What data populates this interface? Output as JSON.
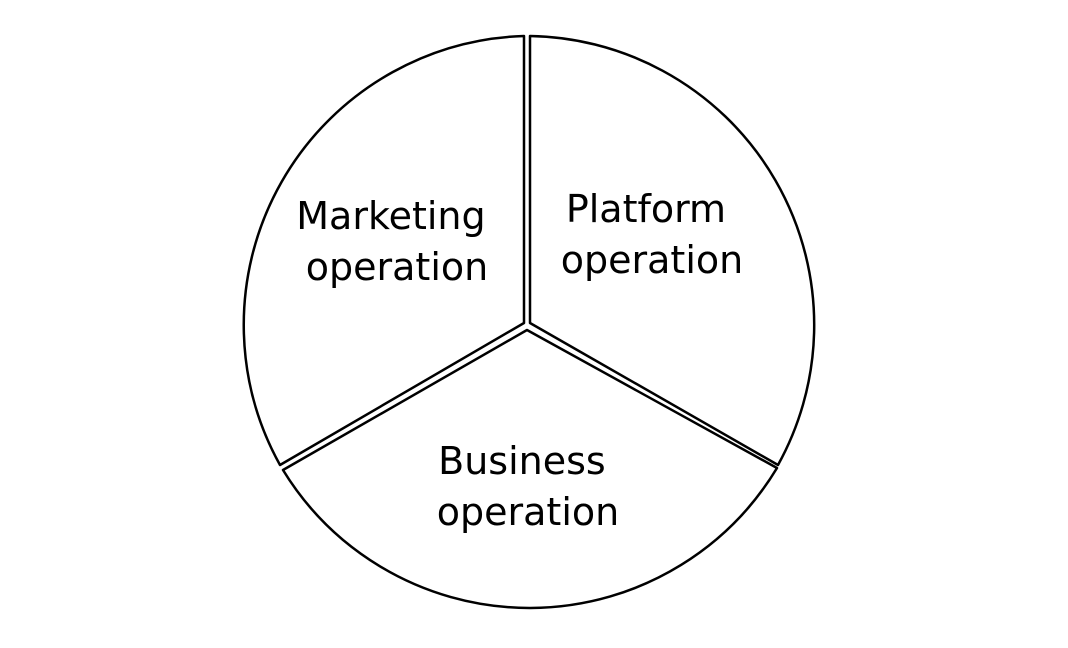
{
  "diagram": {
    "sectors": [
      {
        "id": "marketing",
        "line1": "Marketing",
        "line2": "operation"
      },
      {
        "id": "platform",
        "line1": "Platform",
        "line2": "operation"
      },
      {
        "id": "business",
        "line1": "Business",
        "line2": "operation"
      }
    ]
  }
}
